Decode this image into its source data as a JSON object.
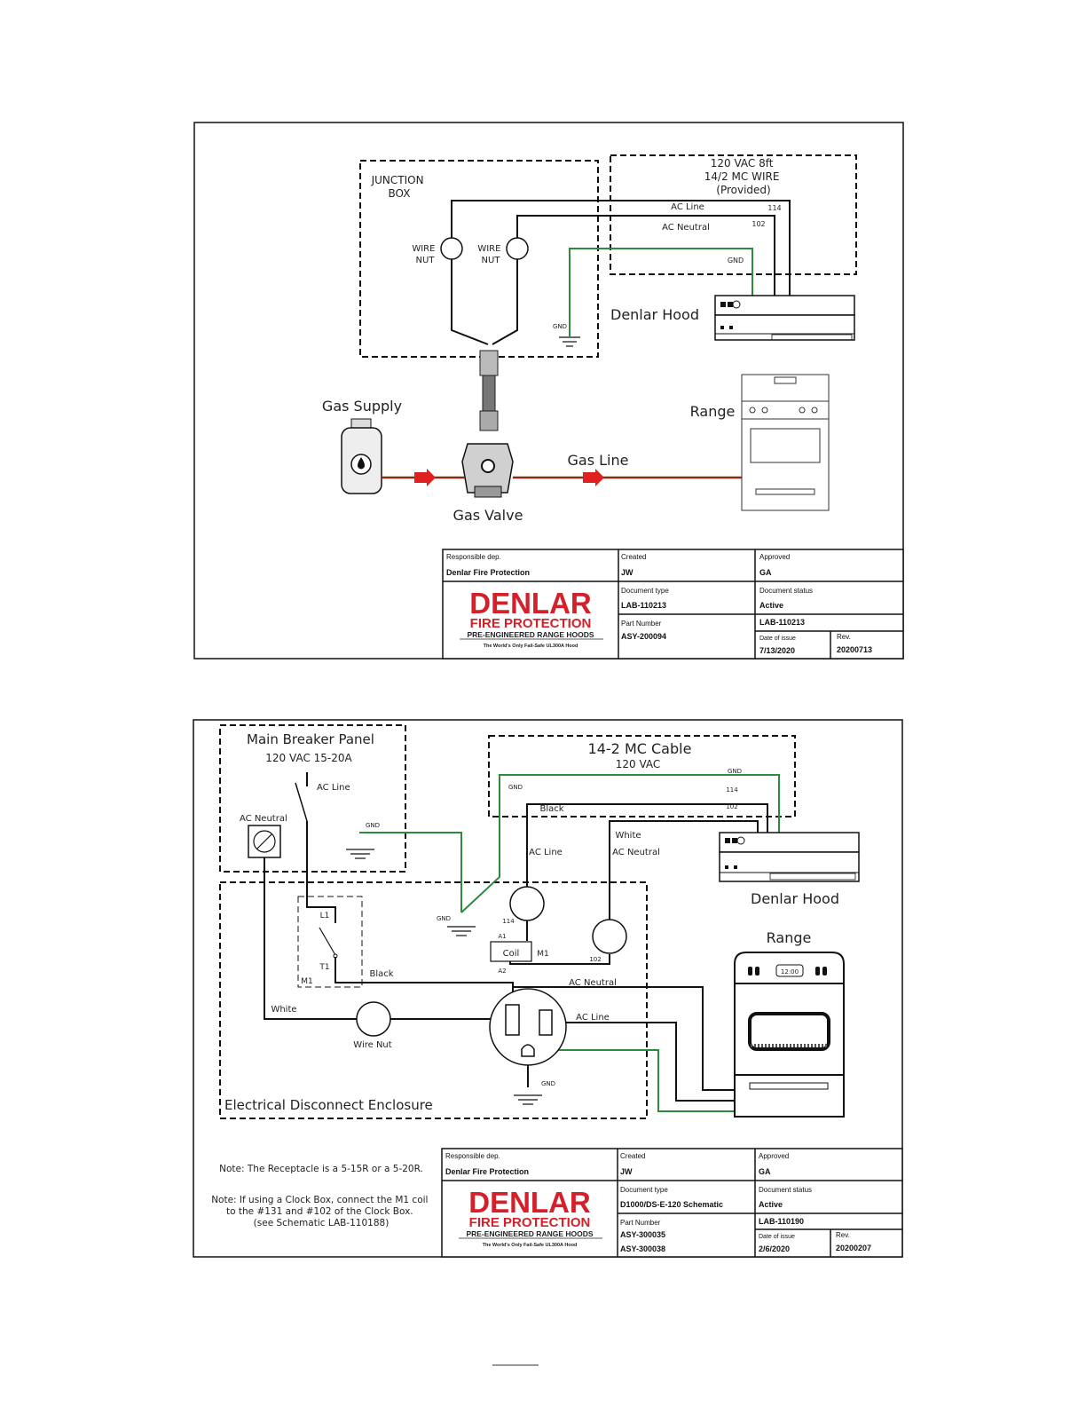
{
  "diagram1": {
    "junction_box": "JUNCTION\nBOX",
    "cable_lines": [
      "120 VAC 8ft",
      "14/2 MC WIRE",
      "(Provided)"
    ],
    "wire_nut_1": "WIRE\nNUT",
    "wire_nut_2": "WIRE\nNUT",
    "ac_line": "AC Line",
    "ac_neutral": "AC Neutral",
    "w114": "114",
    "w102": "102",
    "gnd_hood": "GND",
    "gnd_box": "GND",
    "denlar_hood": "Denlar Hood",
    "gas_supply": "Gas Supply",
    "range": "Range",
    "gas_line": "Gas Line",
    "gas_valve": "Gas Valve",
    "title_block": {
      "responsible_label": "Responsible dep.",
      "responsible_value": "Denlar Fire Protection",
      "created_label": "Created",
      "created_value": "JW",
      "approved_label": "Approved",
      "approved_value": "GA",
      "doctype_label": "Document type",
      "doctype_value": "LAB-110213",
      "docstatus_label": "Document status",
      "docstatus_value": "Active",
      "partnum_label": "Part Number",
      "partnum_value": "ASY-200094",
      "lab_value": "LAB-110213",
      "date_label": "Date of issue",
      "date_value": "7/13/2020",
      "rev_label": "Rev.",
      "rev_value": "20200713"
    }
  },
  "diagram2": {
    "main_breaker": "Main Breaker Panel",
    "main_breaker_sub": "120 VAC 15-20A",
    "ac_line_panel": "AC Line",
    "ac_neutral_panel": "AC Neutral",
    "gnd_panel": "GND",
    "cable_title": "14-2 MC Cable",
    "cable_sub": "120 VAC",
    "gnd_cable_left": "GND",
    "gnd_cable_right": "GND",
    "w114_cable": "114",
    "w102_cable": "102",
    "black_top": "Black",
    "white_top": "White",
    "ac_line_mid": "AC Line",
    "ac_neutral_mid": "AC Neutral",
    "denlar_hood": "Denlar Hood",
    "range": "Range",
    "clock": "12:00",
    "l1": "L1",
    "t1": "T1",
    "m1_contact": "M1",
    "gnd_enclosure": "GND",
    "w114_coil": "114",
    "a1": "A1",
    "a2": "A2",
    "coil": "Coil",
    "m1_coil": "M1",
    "w102_coil": "102",
    "black_bottom": "Black",
    "ac_neutral_receptacle": "AC Neutral",
    "ac_line_receptacle": "AC Line",
    "white_bottom": "White",
    "wire_nut": "Wire Nut",
    "gnd_receptacle": "GND",
    "enclosure": "Electrical Disconnect Enclosure",
    "note1": "Note: The Receptacle is a 5-15R or a 5-20R.",
    "note2_lines": [
      "Note: If using a Clock Box, connect the M1 coil",
      "to the #131 and #102 of the Clock Box.",
      "(see Schematic LAB-110188)"
    ],
    "title_block": {
      "responsible_label": "Responsible dep.",
      "responsible_value": "Denlar Fire Protection",
      "created_label": "Created",
      "created_value": "JW",
      "approved_label": "Approved",
      "approved_value": "GA",
      "doctype_label": "Document type",
      "doctype_value": "D1000/DS-E-120 Schematic",
      "docstatus_label": "Document status",
      "docstatus_value": "Active",
      "partnum_label": "Part Number",
      "partnum_value": "ASY-300035",
      "partnum_value2": "ASY-300038",
      "lab_value": "LAB-110190",
      "date_label": "Date of issue",
      "date_value": "2/6/2020",
      "rev_label": "Rev.",
      "rev_value": "20200207"
    }
  },
  "logo": {
    "word": "DENLAR",
    "line2": "FIRE PROTECTION",
    "line3": "PRE-ENGINEERED RANGE HOODS",
    "tagline": "The World's Only Fail-Safe UL300A Hood"
  },
  "colors": {
    "ground_wire": "#2e8b3e",
    "gas_line": "#8b2b12",
    "flow_arrow": "#e02020",
    "brand_red": "#d4202a"
  }
}
